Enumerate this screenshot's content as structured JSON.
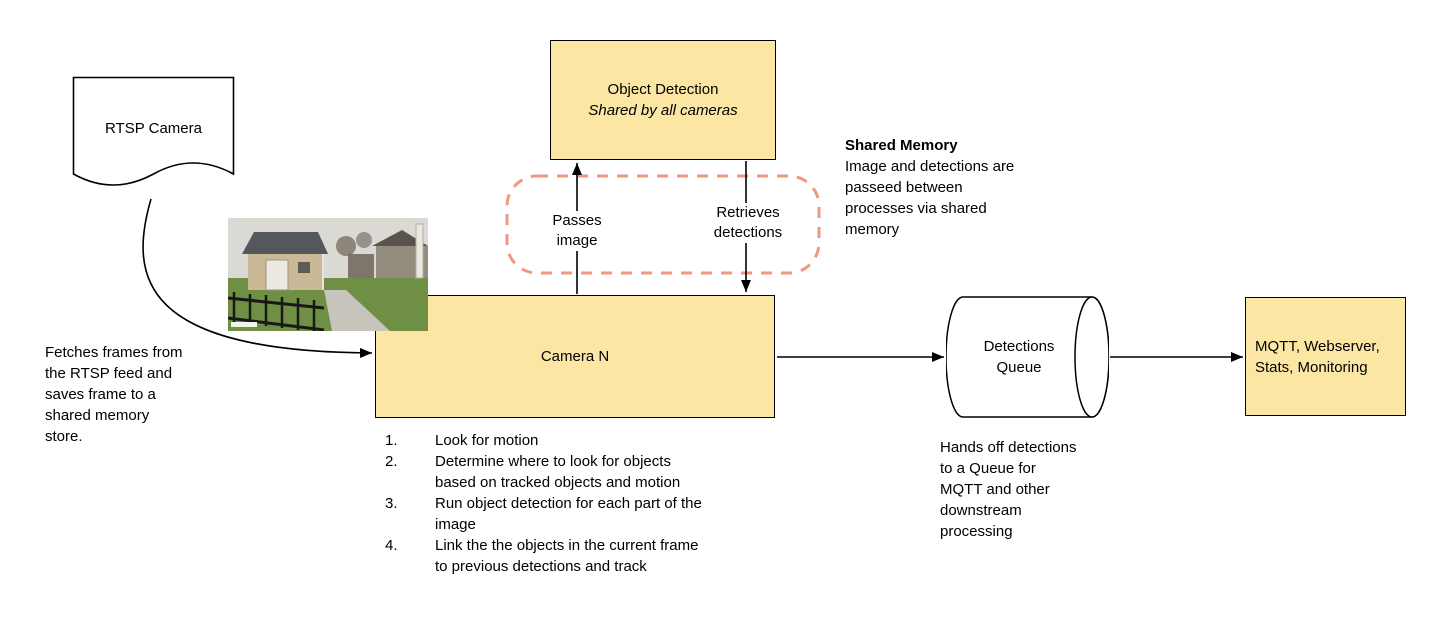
{
  "nodes": {
    "rtsp_camera": {
      "label": "RTSP Camera"
    },
    "object_detection": {
      "title": "Object Detection",
      "subtitle": "Shared by all cameras"
    },
    "camera_n": {
      "label": "Camera N"
    },
    "detections_queue": {
      "label": "Detections\nQueue"
    },
    "outputs": {
      "label": "MQTT, Webserver,\nStats, Monitoring"
    }
  },
  "edge_labels": {
    "passes_image": "Passes\nimage",
    "retrieves_detections": "Retrieves\ndetections"
  },
  "notes": {
    "fetch_frames": "Fetches frames from\nthe RTSP feed and\nsaves frame to a\nshared memory\nstore.",
    "shared_memory_title": "Shared Memory",
    "shared_memory_body": "Image and detections are\npasseed between\nprocesses via shared\nmemory",
    "hands_off": "Hands off detections\nto a Queue for\nMQTT and other\ndownstream\nprocessing"
  },
  "camera_steps": [
    {
      "num": "1.",
      "text": "Look for motion"
    },
    {
      "num": "2.",
      "text": "Determine where to look for objects\nbased on tracked objects and motion"
    },
    {
      "num": "3.",
      "text": "Run object detection for each part of the\nimage"
    },
    {
      "num": "4.",
      "text": "Link the the objects in the current frame\nto previous detections and track"
    }
  ],
  "colors": {
    "node_fill": "#FCE6A4",
    "node_border": "#000000",
    "shared_memory_outline": "#F19780"
  }
}
